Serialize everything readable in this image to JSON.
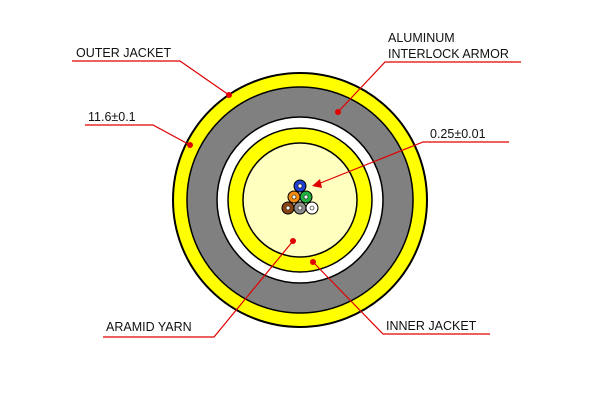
{
  "labels": {
    "outer_jacket": "OUTER JACKET",
    "armor_line1": "ALUMINUM",
    "armor_line2": "INTERLOCK ARMOR",
    "outer_diameter": "11.6±0.1",
    "fiber_diameter": "0.25±0.01",
    "aramid_yarn": "ARAMID YARN",
    "inner_jacket": "INNER JACKET"
  },
  "colors": {
    "jacket_yellow": "#ffff00",
    "armor_gray": "#808080",
    "aramid_fill": "#ffffc0",
    "leader_red": "#e00000",
    "outline": "#000000"
  },
  "fibers": [
    {
      "name": "fiber-blue",
      "color": "#1f3fd0"
    },
    {
      "name": "fiber-orange",
      "color": "#f08a10"
    },
    {
      "name": "fiber-green",
      "color": "#20b040"
    },
    {
      "name": "fiber-brown",
      "color": "#8b4513"
    },
    {
      "name": "fiber-slate",
      "color": "#8c8c8c"
    },
    {
      "name": "fiber-white",
      "color": "#ffffff"
    }
  ]
}
